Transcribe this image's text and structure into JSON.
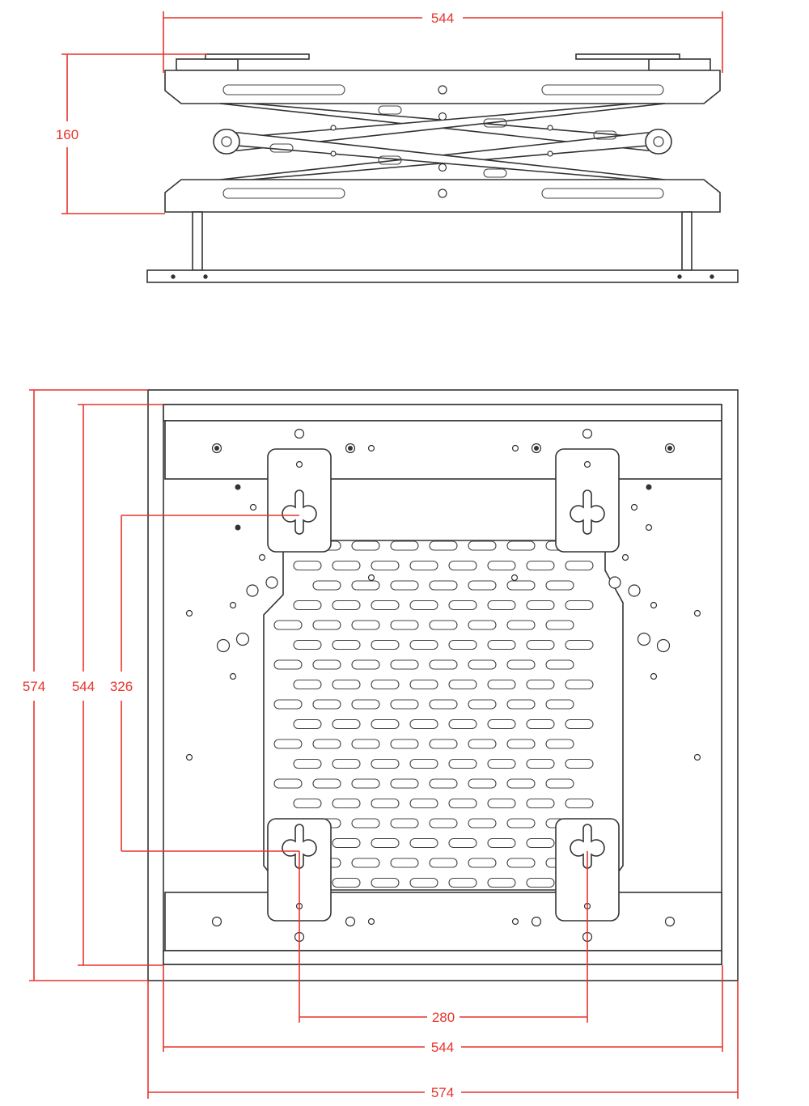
{
  "drawing": {
    "title": "",
    "colors": {
      "dimension": "#e8342c",
      "line": "#333333"
    },
    "side_view": {
      "dimensions": [
        {
          "id": "width_top",
          "value": "544"
        },
        {
          "id": "height",
          "value": "160"
        }
      ]
    },
    "plan_view": {
      "dimensions": [
        {
          "id": "outer_height",
          "value": "574"
        },
        {
          "id": "inner_height",
          "value": "544"
        },
        {
          "id": "mount_spacing_v",
          "value": "326"
        },
        {
          "id": "mount_spacing_h",
          "value": "280"
        },
        {
          "id": "inner_width",
          "value": "544"
        },
        {
          "id": "outer_width",
          "value": "574"
        }
      ]
    }
  }
}
